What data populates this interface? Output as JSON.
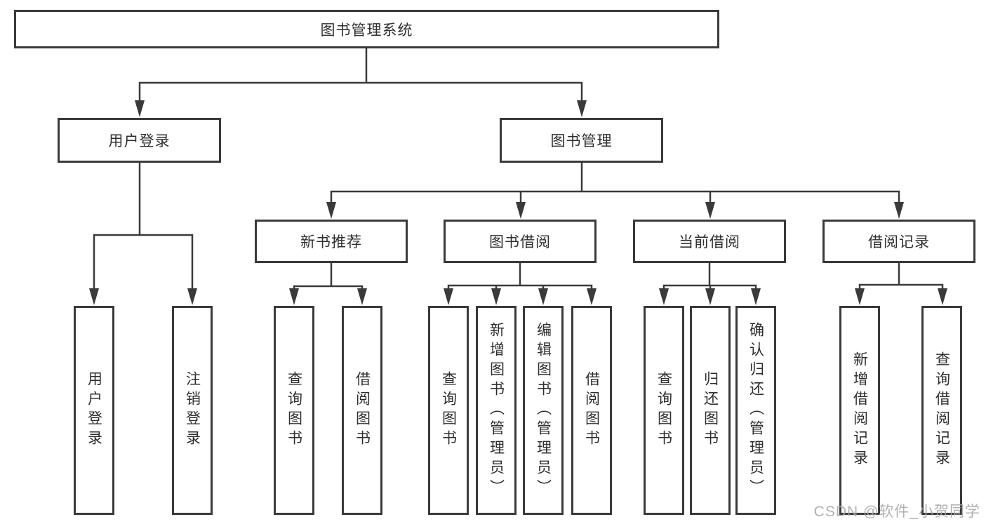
{
  "root": {
    "label": "图书管理系统"
  },
  "branch_user": {
    "label": "用户登录",
    "children": [
      {
        "label": "用户登录"
      },
      {
        "label": "注销登录"
      }
    ]
  },
  "branch_book": {
    "label": "图书管理",
    "sections": [
      {
        "label": "新书推荐",
        "children": [
          {
            "label": "查询图书"
          },
          {
            "label": "借阅图书"
          }
        ]
      },
      {
        "label": "图书借阅",
        "children": [
          {
            "label": "查询图书"
          },
          {
            "label": "新增图书（管理员）"
          },
          {
            "label": "编辑图书（管理员）"
          },
          {
            "label": "借阅图书"
          }
        ]
      },
      {
        "label": "当前借阅",
        "children": [
          {
            "label": "查询图书"
          },
          {
            "label": "归还图书"
          },
          {
            "label": "确认归还（管理员）"
          }
        ]
      },
      {
        "label": "借阅记录",
        "children": [
          {
            "label": "新增借阅记录"
          },
          {
            "label": "查询借阅记录"
          }
        ]
      }
    ]
  },
  "watermark": {
    "text": "CSDN @软件_小贺同学"
  },
  "colors": {
    "line": "#3a3a3a",
    "border": "#3a3a3a",
    "text": "#2f2f2f",
    "background": "#ffffff",
    "watermark": "#a9a9a9"
  }
}
